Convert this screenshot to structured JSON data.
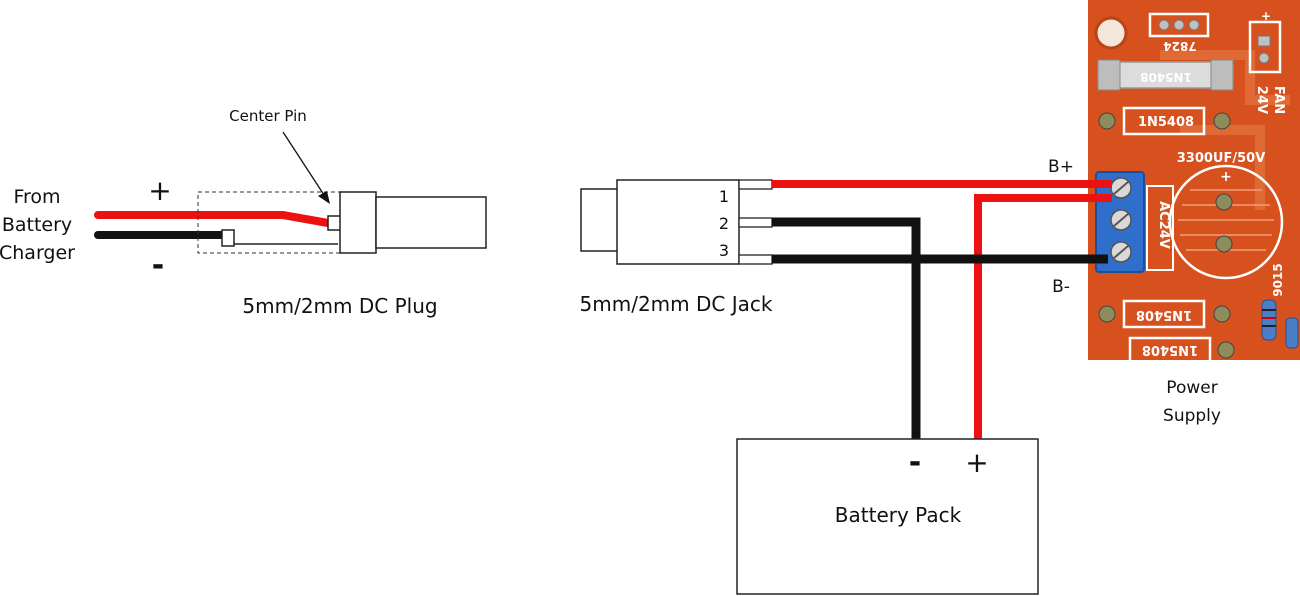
{
  "charger": {
    "line1": "From",
    "line2": "Battery",
    "line3": "Charger",
    "plus": "+",
    "minus": "-"
  },
  "plug": {
    "center_pin_label": "Center Pin",
    "caption": "5mm/2mm DC Plug"
  },
  "jack": {
    "pin1": "1",
    "pin2": "2",
    "pin3": "3",
    "caption": "5mm/2mm DC Jack"
  },
  "terminals": {
    "bplus": "B+",
    "bminus": "B-"
  },
  "power_supply": {
    "line1": "Power",
    "line2": "Supply",
    "pcb_labels": {
      "reg": "7824",
      "fuse": "1N5408",
      "diode_top": "1N5408",
      "cap": "3300UF/50V",
      "fan": "FAN",
      "fan_v": "24V",
      "ac": "AC24V",
      "diode_bot": "1N5408",
      "diode_bot2": "1N5408",
      "trans": "9015",
      "cap_plus": "+",
      "fan_plus": "+"
    },
    "colors": {
      "board": "#d7511f",
      "terminal": "#2f6fcb"
    }
  },
  "battery": {
    "minus": "-",
    "plus": "+",
    "label": "Battery Pack"
  },
  "wire_colors": {
    "positive": "#ee1111",
    "negative": "#111111"
  }
}
